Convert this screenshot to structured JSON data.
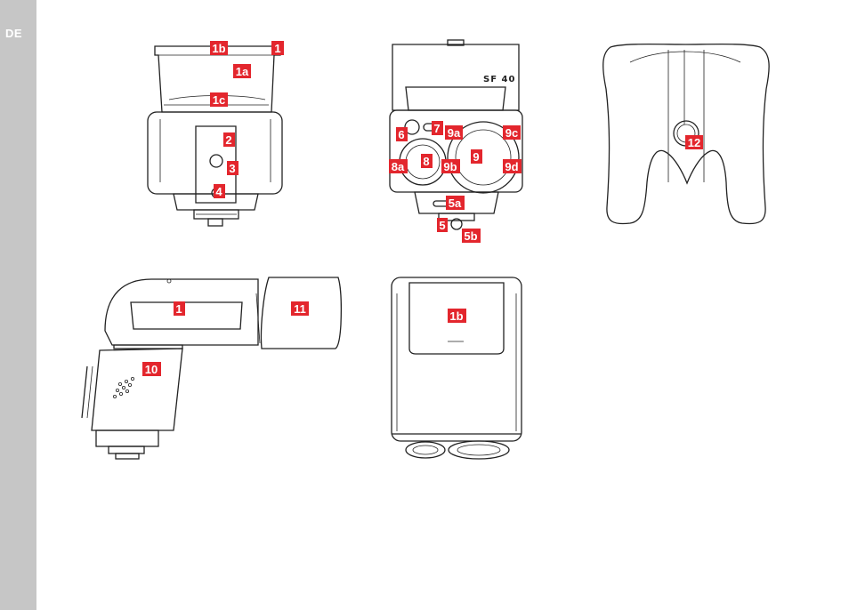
{
  "language_tab": "DE",
  "model_lettering": "SF 40",
  "callouts": {
    "front_1b": "1b",
    "front_1": "1",
    "front_1a": "1a",
    "front_1c": "1c",
    "front_2": "2",
    "front_3": "3",
    "front_4": "4",
    "back_6": "6",
    "back_7": "7",
    "back_9a": "9a",
    "back_9c": "9c",
    "back_8a": "8a",
    "back_8": "8",
    "back_9b": "9b",
    "back_9": "9",
    "back_9d": "9d",
    "back_5a": "5a",
    "back_5": "5",
    "back_5b": "5b",
    "bottom_12": "12",
    "side_1": "1",
    "side_11": "11",
    "side_10": "10",
    "top_1b": "1b"
  },
  "colors": {
    "callout_fill": "#e3262d",
    "sidebar": "#c6c6c6"
  }
}
